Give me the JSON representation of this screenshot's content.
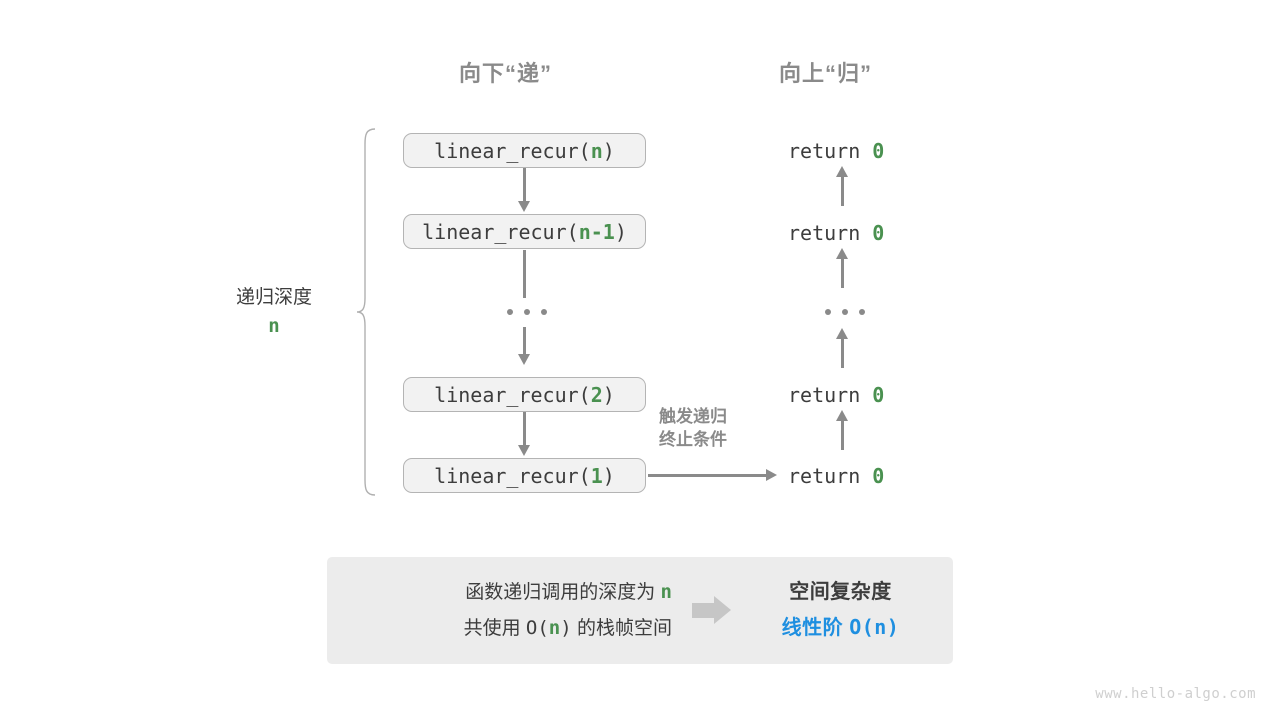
{
  "headers": {
    "descend": "向下“递”",
    "ascend": "向上“归”"
  },
  "depth": {
    "label": "递归深度",
    "value": "n"
  },
  "calls": [
    {
      "prefix": "linear_recur(",
      "arg": "n",
      "suffix": ")"
    },
    {
      "prefix": "linear_recur(",
      "arg": "n-1",
      "suffix": ")"
    },
    {
      "prefix": "linear_recur(",
      "arg": "2",
      "suffix": ")"
    },
    {
      "prefix": "linear_recur(",
      "arg": "1",
      "suffix": ")"
    }
  ],
  "ellipsis": "...",
  "returns": [
    {
      "keyword": "return",
      "value": "0"
    },
    {
      "keyword": "return",
      "value": "0"
    },
    {
      "keyword": "return",
      "value": "0"
    },
    {
      "keyword": "return",
      "value": "0"
    }
  ],
  "trigger_note": {
    "line1": "触发递归",
    "line2": "终止条件"
  },
  "summary": {
    "left_line1_a": "函数递归调用的深度为",
    "left_line1_n": "n",
    "left_line2_a": "共使用",
    "left_line2_o": "O(",
    "left_line2_n": "n",
    "left_line2_c": ")",
    "left_line2_b": "的栈帧空间",
    "arrow_icon": "block-arrow-right-icon",
    "right_title": "空间复杂度",
    "right_value_label": "线性阶",
    "right_value_expr": "O(n)"
  },
  "watermark": "www.hello-algo.com",
  "colors": {
    "accent_green": "#4a9150",
    "accent_blue": "#1f8fe0",
    "gray_text": "#3d3d3d",
    "gray_muted": "#8a8a8a",
    "box_fill": "#f2f2f2",
    "panel_fill": "#ececec"
  }
}
